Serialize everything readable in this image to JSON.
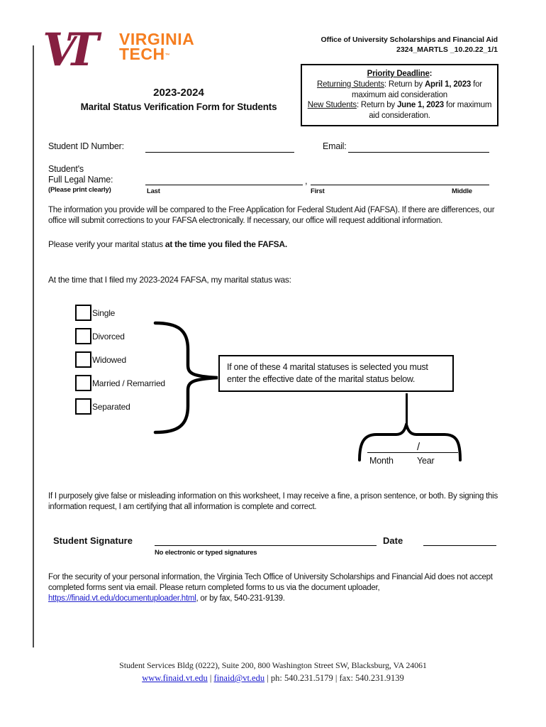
{
  "colors": {
    "vt_maroon": "#861F41",
    "vt_orange": "#F57E20",
    "link_blue": "#2222CC"
  },
  "logo": {
    "monogram_v": "V",
    "monogram_t": "T",
    "wordmark_line1": "VIRGINIA",
    "wordmark_line2": "TECH",
    "trademark": "™"
  },
  "header": {
    "office": "Office of University Scholarships and Financial Aid",
    "form_code": "2324_MARTLS _10.20.22_1/1"
  },
  "deadline_box": {
    "title": "Priority Deadline",
    "title_colon": ":",
    "returning_label": "Returning Students",
    "returning_mid": ": Return by ",
    "returning_date": "April 1, 2023",
    "returning_tail": " for maximum aid consideration",
    "new_label": "New Students",
    "new_mid": ": Return by ",
    "new_date": "June 1, 2023",
    "new_tail": " for maximum aid consideration."
  },
  "title": {
    "year": "2023-2024",
    "form_name": "Marital Status Verification Form for Students"
  },
  "fields": {
    "student_id_label": "Student ID Number:",
    "email_label": "Email:",
    "name_label_1": "Student's",
    "name_label_2": "Full Legal Name:",
    "name_note": "(Please print clearly)",
    "last_label": "Last",
    "comma": ",",
    "first_label": "First",
    "middle_label": "Middle"
  },
  "paragraphs": {
    "intro": "The information you provide will be compared to the Free Application for Federal Student Aid (FAFSA).  If there are differences, our office will submit corrections to your FAFSA electronically. If necessary, our office will request additional information.",
    "verify_normal": "Please verify your marital status ",
    "verify_bold": "at the time you filed the FAFSA.",
    "status_prompt": "At the time that I filed my 2023-2024 FAFSA, my marital status was:",
    "certification": "If I purposely give false or misleading information on this worksheet, I may receive a fine, a prison sentence, or both.  By signing this information request, I am certifying that all information is complete and correct."
  },
  "options": [
    "Single",
    "Divorced",
    "Widowed",
    "Married / Remarried",
    "Separated"
  ],
  "callout": {
    "text": "If one of these 4 marital statuses is selected you must enter the effective date of the marital status below."
  },
  "date_entry": {
    "slash": "/",
    "month_label": "Month",
    "year_label": "Year"
  },
  "signature": {
    "label": "Student Signature",
    "note": "No electronic or typed signatures",
    "date_label": "Date"
  },
  "security": {
    "lead": "For the security of your personal information, the Virginia Tech Office of University Scholarships and Financial Aid does not accept completed forms sent via email. Please return completed forms to us via the document uploader, ",
    "link": "https://finaid.vt.edu/documentuploader.html",
    "tail": ", or by fax, 540-231-9139."
  },
  "footer": {
    "address": "Student Services Bldg (0222), Suite 200, 800 Washington Street SW, Blacksburg, VA 24061",
    "web_link": "www.finaid.vt.edu",
    "email_link": "finaid@vt.edu",
    "sep": "|",
    "phone": "ph: 540.231.5179",
    "fax": "fax: 540.231.9139"
  }
}
